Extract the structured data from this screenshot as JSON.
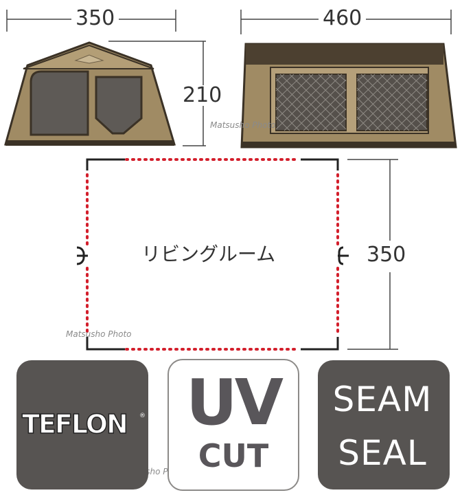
{
  "dimensions": {
    "front_width": "350",
    "side_width": "460",
    "height": "210",
    "floor_depth": "350"
  },
  "room": {
    "label": "リビングルーム"
  },
  "watermarks": [
    "Matsusho Photo",
    "Matsusho Photo",
    "Matsusho Photo"
  ],
  "badges": {
    "teflon": {
      "text": "TEFLON",
      "mark": "®"
    },
    "uv": {
      "line1": "UV",
      "line2": "CUT"
    },
    "seam": {
      "line1": "SEAM",
      "line2": "SEAL"
    }
  },
  "colors": {
    "tent_body": "#a08b64",
    "tent_dark": "#4a3e2c",
    "mesh": "#5e5a56",
    "badge_dark": "#575452",
    "dotted_edge": "#d31f2c"
  }
}
